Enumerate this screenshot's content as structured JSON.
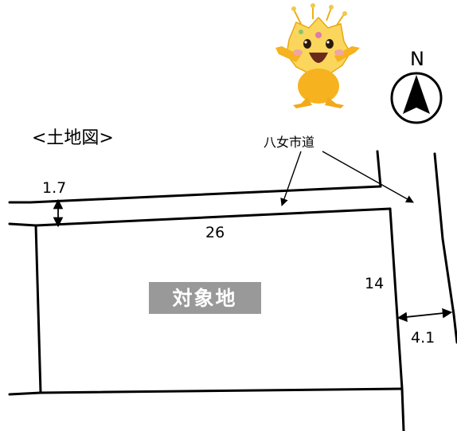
{
  "map_title": "<土地図>",
  "road_label": "八女市道",
  "subject_label": "対象地",
  "north_label": "N",
  "dimensions": {
    "road_width_north": "1.7",
    "frontage": "26",
    "depth": "14",
    "road_width_east": "4.1"
  },
  "colors": {
    "subject_badge": "#999999",
    "lines": "#000000",
    "mascot_body": "#f6b21f",
    "mascot_face": "#fbd65c"
  },
  "icons": [
    "north-arrow-icon",
    "mascot-icon"
  ]
}
